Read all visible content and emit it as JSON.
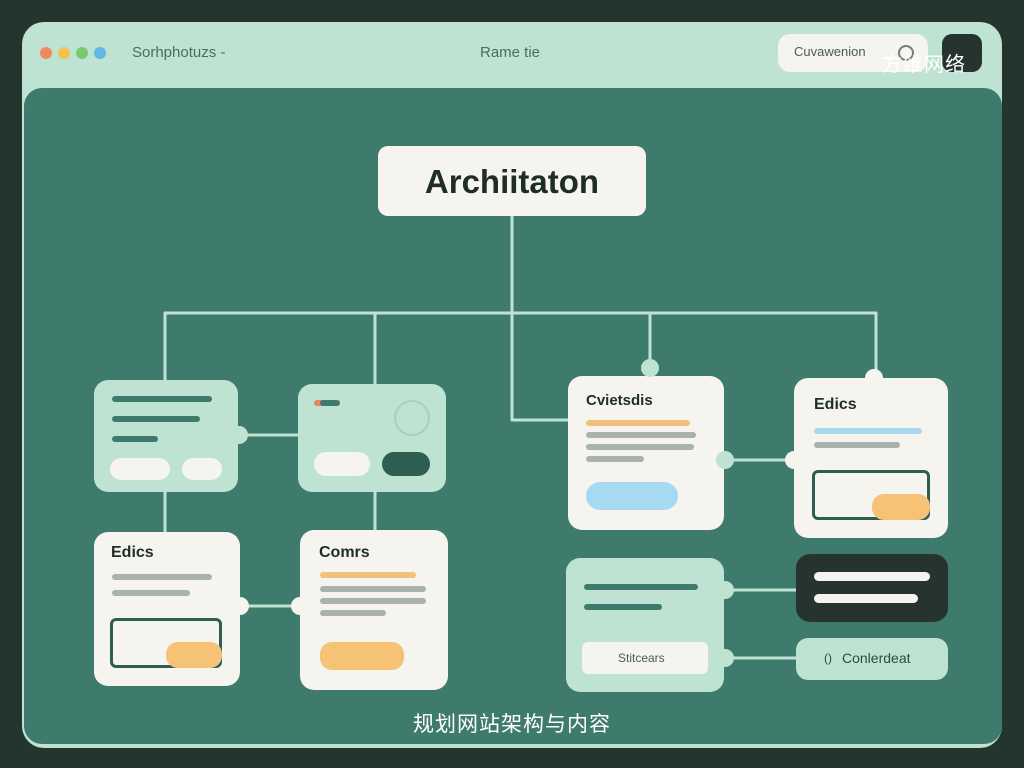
{
  "window": {
    "app_name": "Sorhphotuzs -",
    "title": "Rame tie",
    "conversation_button": "Cuvawenion",
    "watermark": "方维网络",
    "traffic_lights": [
      "#f08a5d",
      "#f2c14e",
      "#7bc96f",
      "#5fb8e6"
    ]
  },
  "diagram": {
    "root": "Archiitaton",
    "cards": {
      "cvietsdis": "Cvietsdis",
      "edics_right": "Edics",
      "edics_left": "Edics",
      "comrs": "Comrs"
    },
    "buttons": {
      "stitcears": "Stitcears",
      "conlerdeat": "Conlerdeat",
      "conlerdeat_icon_glyph": "()"
    }
  },
  "caption": "规划网站架构与内容",
  "colors": {
    "background": "#24352f",
    "canvas": "#3f7b6c",
    "mint": "#bfe3d3",
    "cream": "#f6f4ee",
    "orange": "#f6c276",
    "blue": "#a6daf3",
    "dark": "#26332f"
  }
}
